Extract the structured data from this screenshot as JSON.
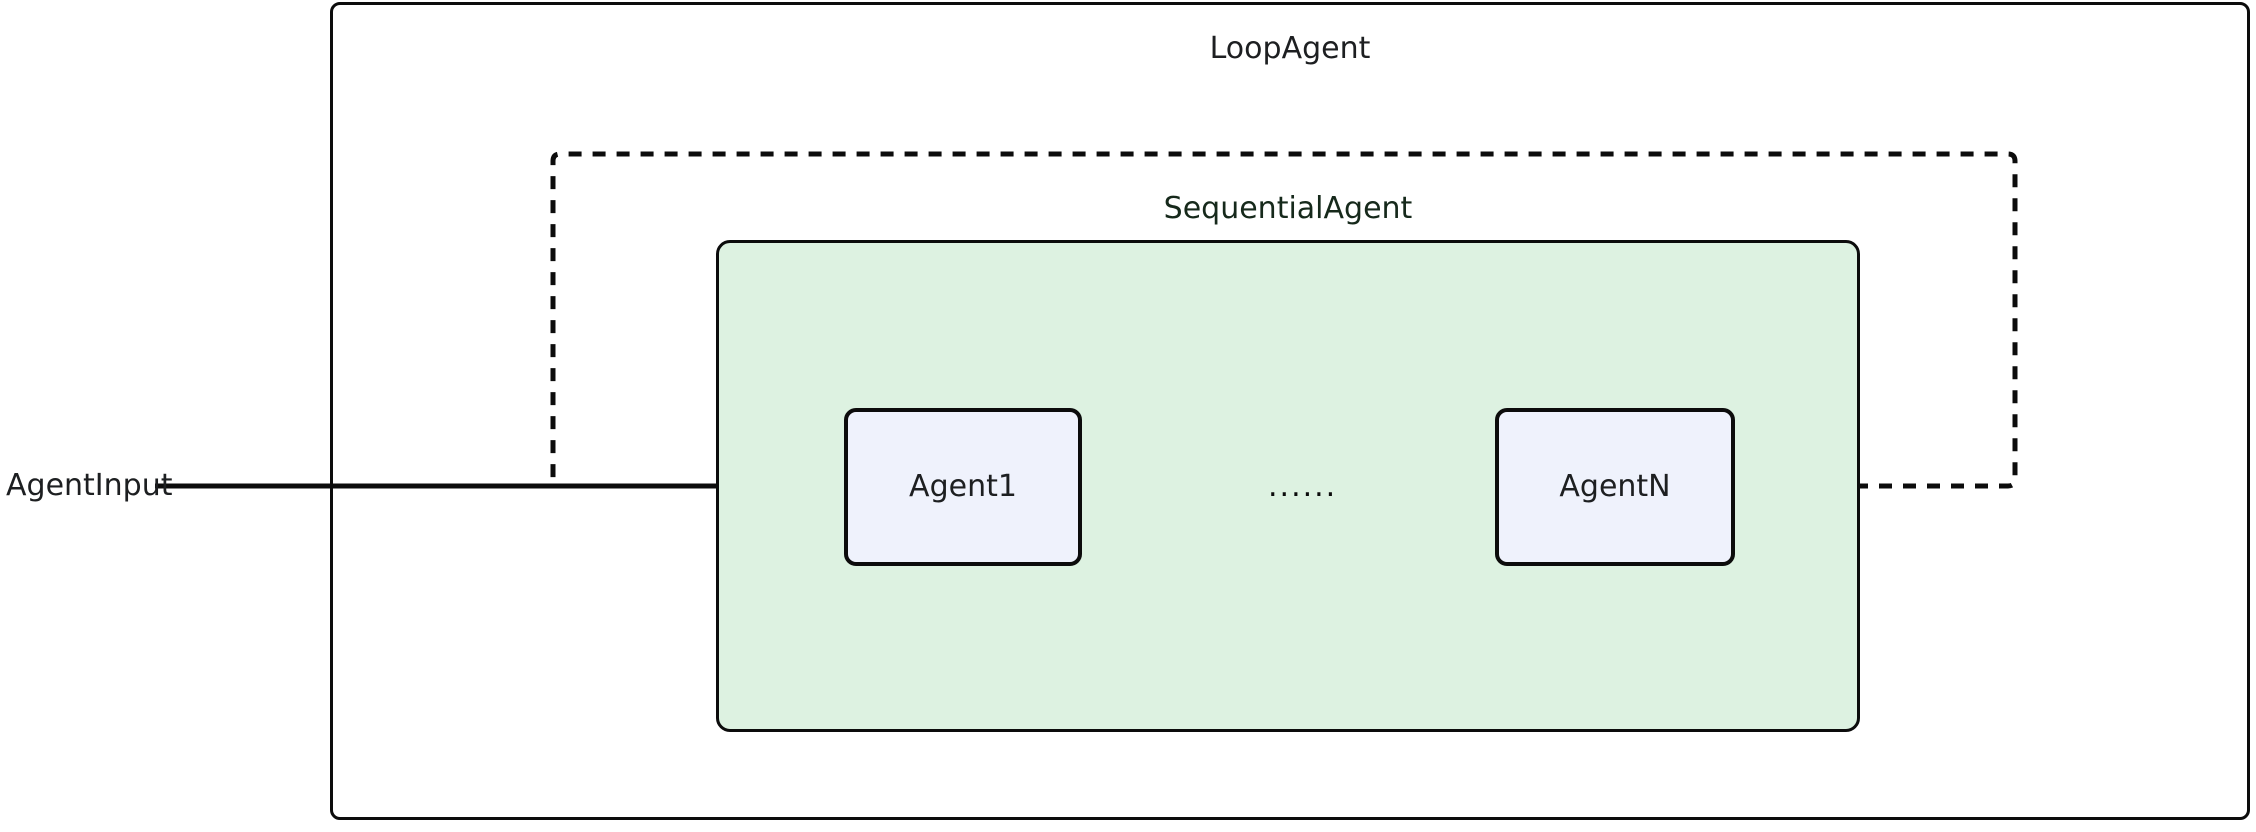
{
  "diagram": {
    "title": "LoopAgent",
    "background_color": "#ffffff",
    "outer_container": {
      "label": "LoopAgent",
      "fill": "#ffffff",
      "stroke": "#0c0c0c"
    },
    "inner_container": {
      "label": "SequentialAgent",
      "fill": "#ddf2e1",
      "stroke": "#0c0c0c"
    },
    "nodes": [
      {
        "id": "agent-first",
        "label": "Agent1",
        "fill": "#eff2fc",
        "stroke": "#0c0c0c"
      },
      {
        "id": "agent-last",
        "label": "AgentN",
        "fill": "#eff2fc",
        "stroke": "#0c0c0c"
      }
    ],
    "input": {
      "label": "AgentInput"
    },
    "ellipsis": {
      "label": "......"
    },
    "edges": [
      {
        "id": "input-to-agent1",
        "style": "solid",
        "arrow": true
      },
      {
        "id": "agent1-to-ellipsis",
        "style": "solid",
        "arrow": true
      },
      {
        "id": "ellipsis-to-agentn",
        "style": "solid",
        "arrow": true
      },
      {
        "id": "agentn-loop-back",
        "style": "dashed",
        "arrow": false
      }
    ]
  }
}
